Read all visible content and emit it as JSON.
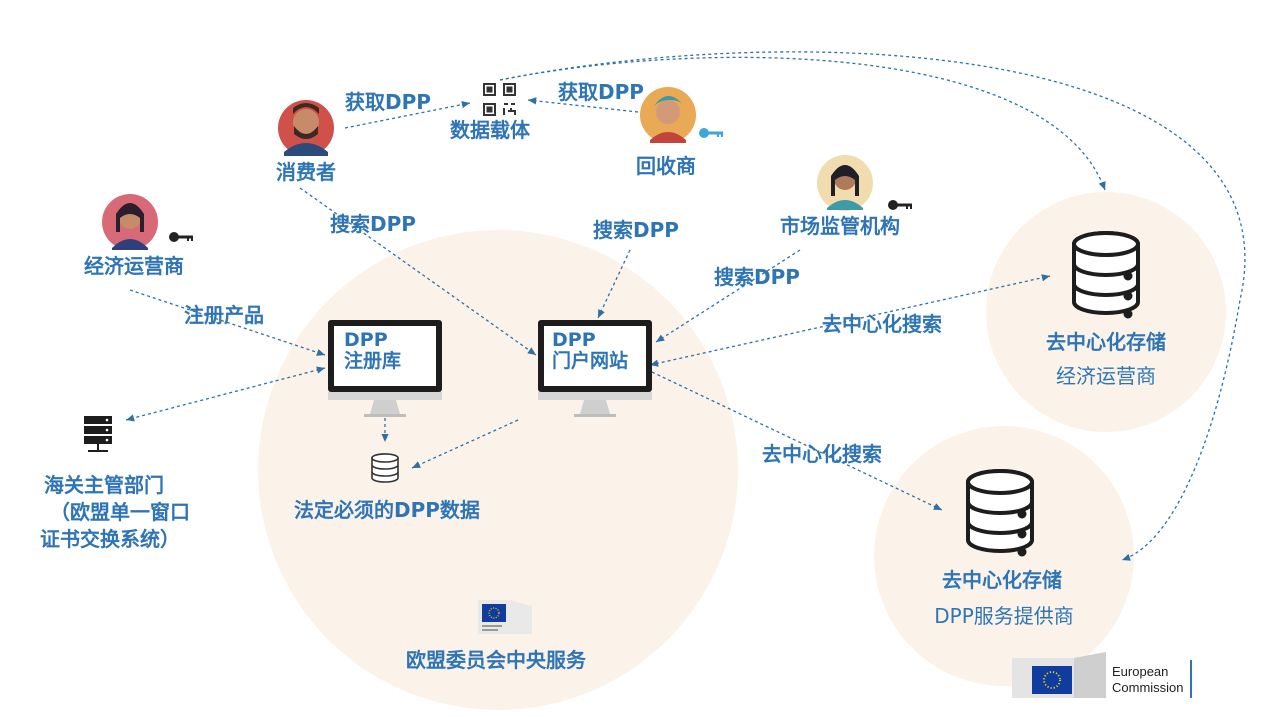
{
  "colors": {
    "label_blue": "#2f75b5",
    "circle_bg": "#fbf3ea",
    "arrow": "#2f6fa8",
    "dark": "#222222"
  },
  "icons": {
    "qr": "qr-code-icon",
    "key": "key-icon",
    "server": "server-icon",
    "database": "database-icon",
    "monitor": "monitor-icon",
    "eu_flag": "eu-flag-icon"
  },
  "actors": {
    "consumer": "消费者",
    "recycler": "回收商",
    "economic_operator": "经济运营商",
    "market_surveillance": "市场监管机构",
    "customs_line1": "海关主管部门",
    "customs_line2": "（欧盟单一窗口",
    "customs_line3": "证书交换系统）"
  },
  "nodes": {
    "data_carrier": "数据载体",
    "registry_line1": "DPP",
    "registry_line2": "注册库",
    "portal_line1": "DPP",
    "portal_line2": "门户网站",
    "mandatory_data": "法定必须的DPP数据",
    "storage1_title": "去中心化存储",
    "storage1_sub": "经济运营商",
    "storage2_title": "去中心化存储",
    "storage2_sub": "DPP服务提供商",
    "central_services": "欧盟委员会中央服务"
  },
  "edges": {
    "get_dpp_consumer": "获取DPP",
    "get_dpp_recycler": "获取DPP",
    "search_consumer": "搜索DPP",
    "search_recycler": "搜索DPP",
    "search_market": "搜索DPP",
    "register_product": "注册产品",
    "decentral_search1": "去中心化搜索",
    "decentral_search2": "去中心化搜索"
  },
  "logo": {
    "line1": "European",
    "line2": "Commission"
  }
}
